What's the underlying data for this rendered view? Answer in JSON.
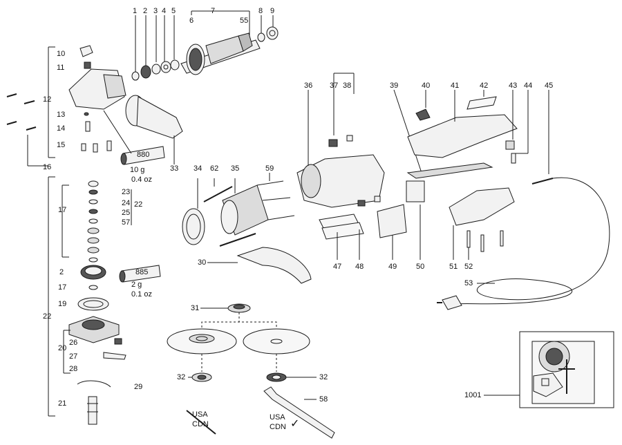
{
  "callouts": [
    "1",
    "2",
    "3",
    "4",
    "5",
    "7",
    "6",
    "55",
    "8",
    "9",
    "10",
    "11",
    "12",
    "13",
    "14",
    "15",
    "16",
    "22",
    "23",
    "24",
    "25",
    "57",
    "17",
    "2",
    "17",
    "19",
    "20",
    "26",
    "27",
    "28",
    "29",
    "21",
    "33",
    "34",
    "62",
    "35",
    "59",
    "36",
    "37",
    "38",
    "30",
    "31",
    "32",
    "32",
    "58",
    "47",
    "48",
    "49",
    "50",
    "39",
    "40",
    "41",
    "42",
    "43",
    "44",
    "45",
    "51",
    "52",
    "53",
    "1001"
  ],
  "grease_tube_1": {
    "brand": "880",
    "weight_g": "10 g",
    "weight_oz": "0.4 oz"
  },
  "grease_tube_2": {
    "brand": "885",
    "weight_g": "2 g",
    "weight_oz": "0.1 oz"
  },
  "markings": {
    "usa_cdn_left": [
      "USA",
      "CDN"
    ],
    "usa_cdn_right": [
      "USA",
      "CDN"
    ],
    "check_mark": "✓"
  },
  "colors": {
    "line": "#1a1a1a",
    "part_fill": "#f2f2f2",
    "part_dark": "#555555",
    "background": "#ffffff"
  }
}
